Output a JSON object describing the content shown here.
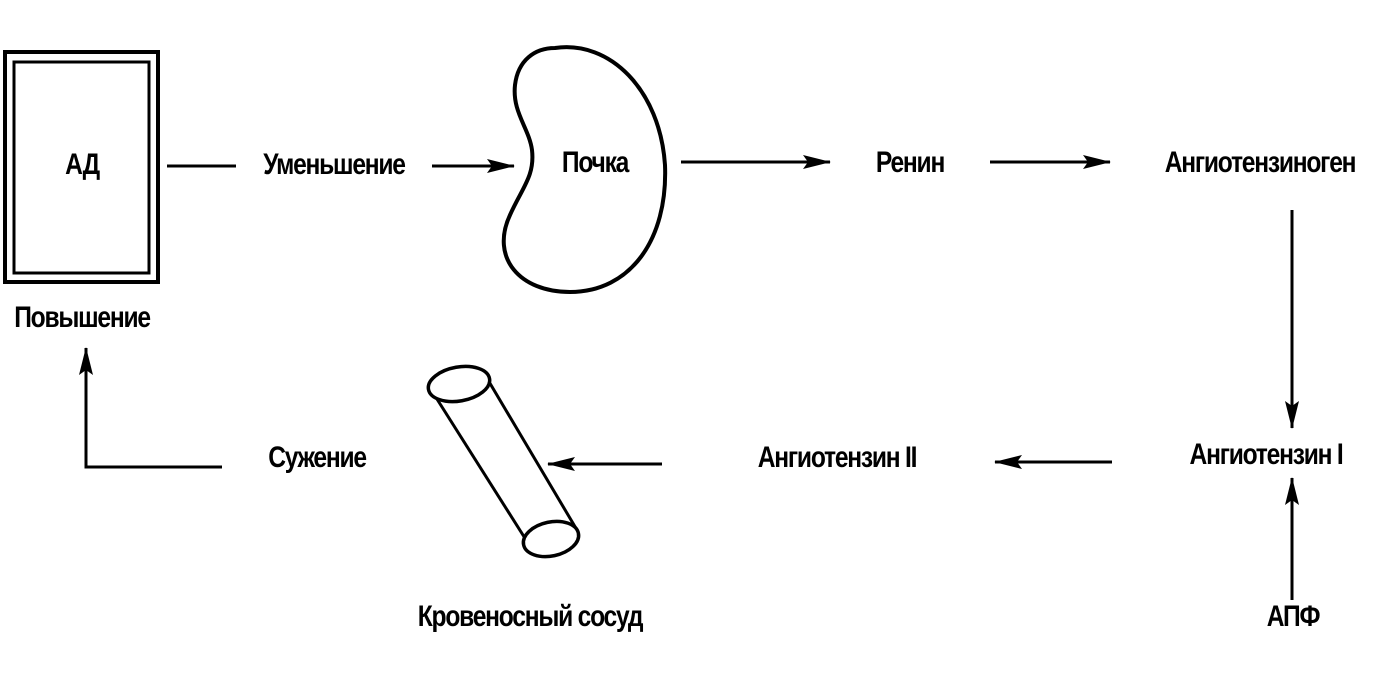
{
  "diagram": {
    "nodes": {
      "bp": "АД",
      "bp_increase": "Повышение",
      "decrease": "Уменьшение",
      "kidney": "Почка",
      "renin": "Ренин",
      "angiotensinogen": "Ангиотензиноген",
      "angiotensin_1": "Ангиотензин I",
      "ace": "АПФ",
      "angiotensin_2": "Ангиотензин II",
      "blood_vessel": "Кровеносный сосуд",
      "constriction": "Сужение"
    }
  }
}
